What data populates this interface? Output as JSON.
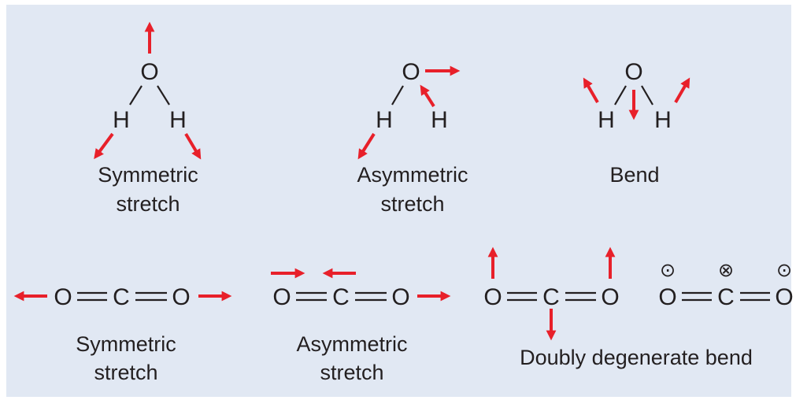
{
  "colors": {
    "panel_background": "#e1e8f3",
    "arrow": "#e8202a",
    "ink": "#231f20"
  },
  "atoms": {
    "oxygen": "O",
    "hydrogen": "H",
    "carbon": "C"
  },
  "water_modes": [
    {
      "caption_line1": "Symmetric",
      "caption_line2": "stretch"
    },
    {
      "caption_line1": "Asymmetric",
      "caption_line2": "stretch"
    },
    {
      "caption_line1": "Bend",
      "caption_line2": ""
    }
  ],
  "co2_modes": [
    {
      "caption_line1": "Symmetric",
      "caption_line2": "stretch"
    },
    {
      "caption_line1": "Asymmetric",
      "caption_line2": "stretch"
    }
  ],
  "co2_bend_caption": "Doubly degenerate bend",
  "symbols": {
    "out_of_plane": "⊙",
    "into_plane": "⊗"
  },
  "icons": {
    "displacement": "displacement-arrow-icon",
    "out_of_plane": "out-of-plane-dot-icon",
    "into_plane": "into-plane-cross-icon"
  }
}
